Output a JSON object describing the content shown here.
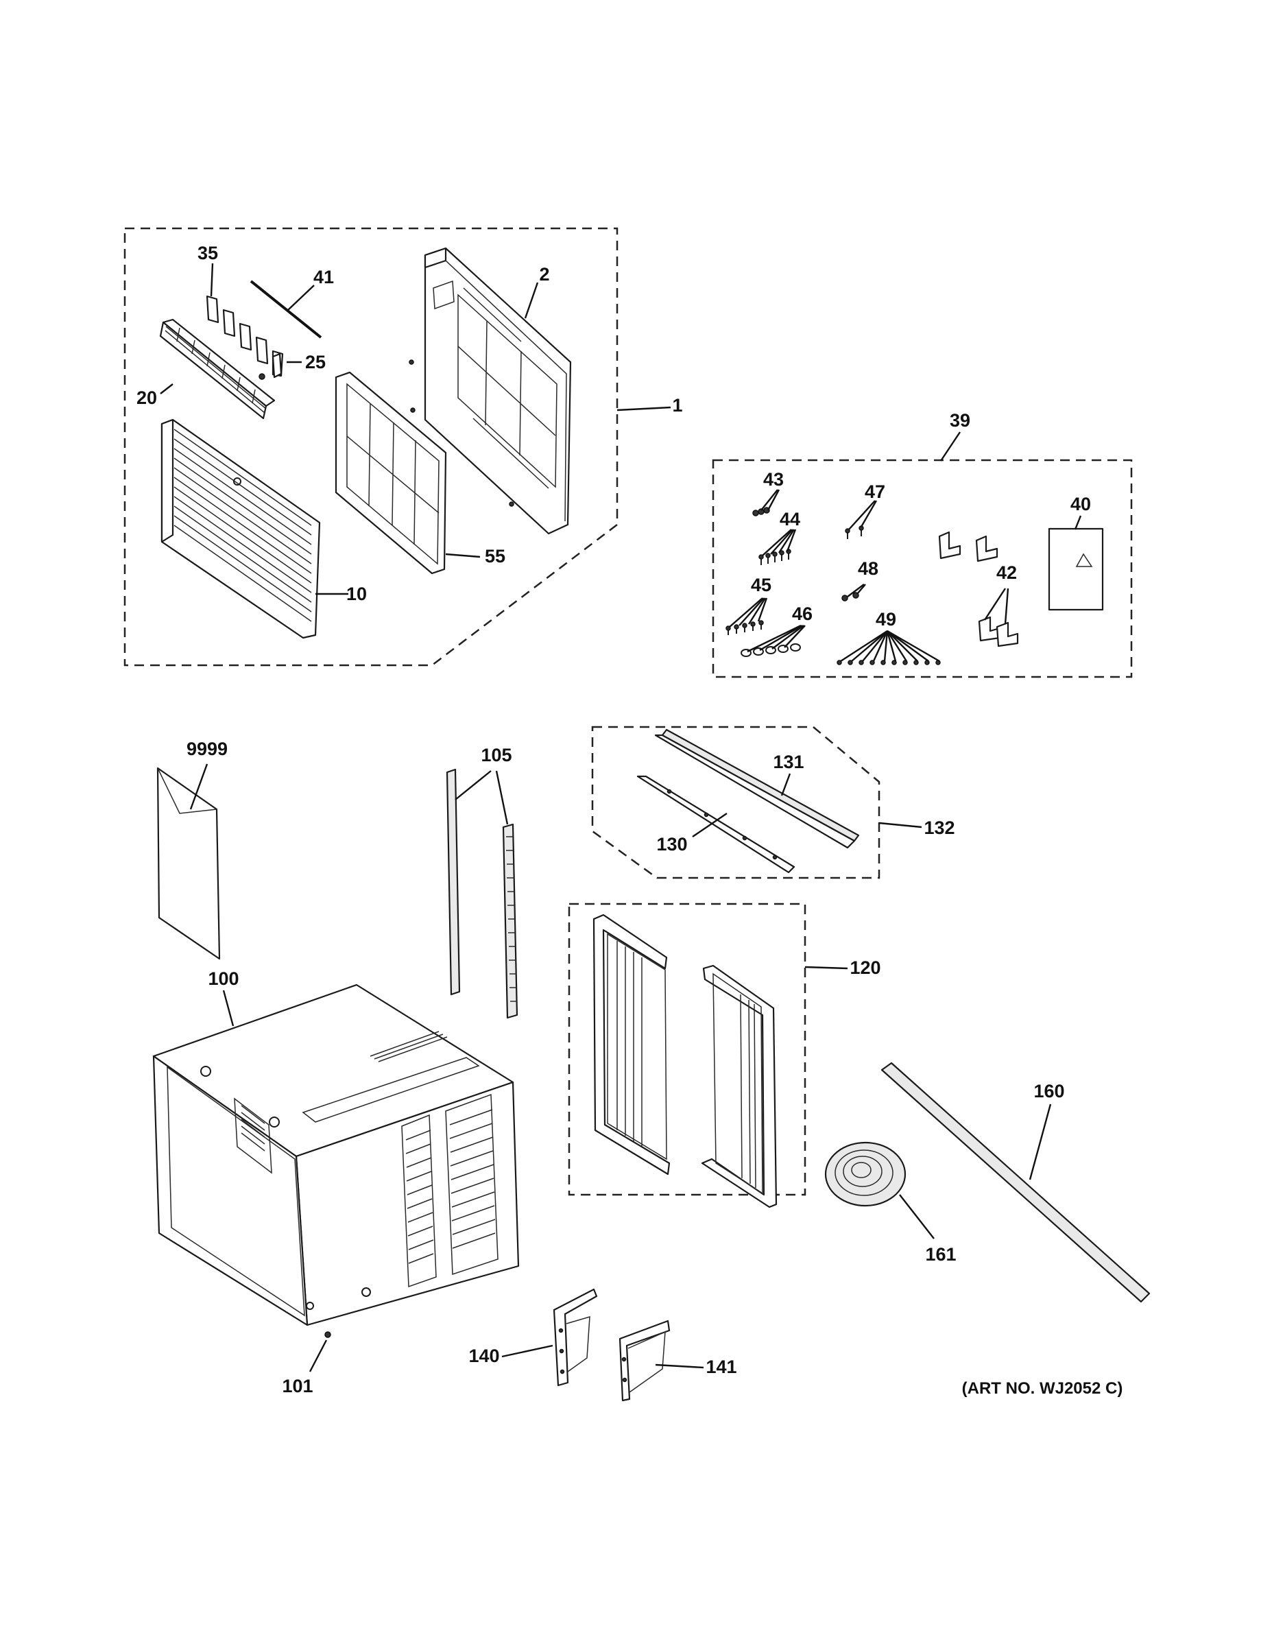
{
  "diagram": {
    "art_number": "(ART NO. WJ2052 C)",
    "callouts": {
      "c1": "1",
      "c2": "2",
      "c10": "10",
      "c20": "20",
      "c25": "25",
      "c35": "35",
      "c39": "39",
      "c40": "40",
      "c41": "41",
      "c42": "42",
      "c43": "43",
      "c44": "44",
      "c45": "45",
      "c46": "46",
      "c47": "47",
      "c48": "48",
      "c49": "49",
      "c55": "55",
      "c100": "100",
      "c101": "101",
      "c105": "105",
      "c120": "120",
      "c130": "130",
      "c131": "131",
      "c132": "132",
      "c140": "140",
      "c141": "141",
      "c160": "160",
      "c161": "161",
      "c9999": "9999"
    }
  }
}
